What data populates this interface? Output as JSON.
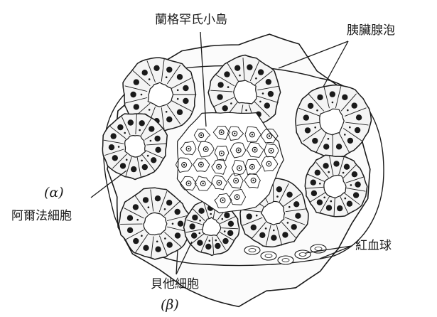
{
  "labels": {
    "islet": "蘭格罕氏小島",
    "acini": "胰臟腺泡",
    "alpha_symbol": "(α)",
    "alpha_cells": "阿爾法細胞",
    "beta_cells": "貝他細胞",
    "beta_symbol": "(β)",
    "rbc": "紅血球"
  },
  "colors": {
    "ink": "#1a1a1a",
    "background": "#ffffff"
  }
}
